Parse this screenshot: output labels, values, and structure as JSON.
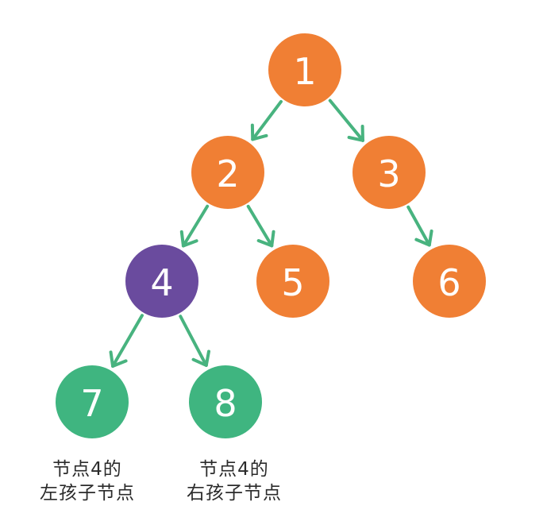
{
  "colors": {
    "orange": "#f07f34",
    "purple": "#6a4b9e",
    "green": "#3fb580",
    "arrow": "#48b37f",
    "number": "#ffffff",
    "caption_text": "#2b2b2b"
  },
  "nodes": [
    {
      "id": "1",
      "label": "1",
      "color": "orange",
      "role": "root"
    },
    {
      "id": "2",
      "label": "2",
      "color": "orange"
    },
    {
      "id": "3",
      "label": "3",
      "color": "orange"
    },
    {
      "id": "4",
      "label": "4",
      "color": "purple",
      "highlighted": true
    },
    {
      "id": "5",
      "label": "5",
      "color": "orange"
    },
    {
      "id": "6",
      "label": "6",
      "color": "orange"
    },
    {
      "id": "7",
      "label": "7",
      "color": "green"
    },
    {
      "id": "8",
      "label": "8",
      "color": "green"
    }
  ],
  "edges": [
    {
      "from": "1",
      "to": "2"
    },
    {
      "from": "1",
      "to": "3"
    },
    {
      "from": "2",
      "to": "4"
    },
    {
      "from": "2",
      "to": "5"
    },
    {
      "from": "3",
      "to": "6"
    },
    {
      "from": "4",
      "to": "7"
    },
    {
      "from": "4",
      "to": "8"
    }
  ],
  "captions": {
    "left_line1": "节点4的",
    "left_line2": "左孩子节点",
    "right_line1": "节点4的",
    "right_line2": "右孩子节点"
  }
}
